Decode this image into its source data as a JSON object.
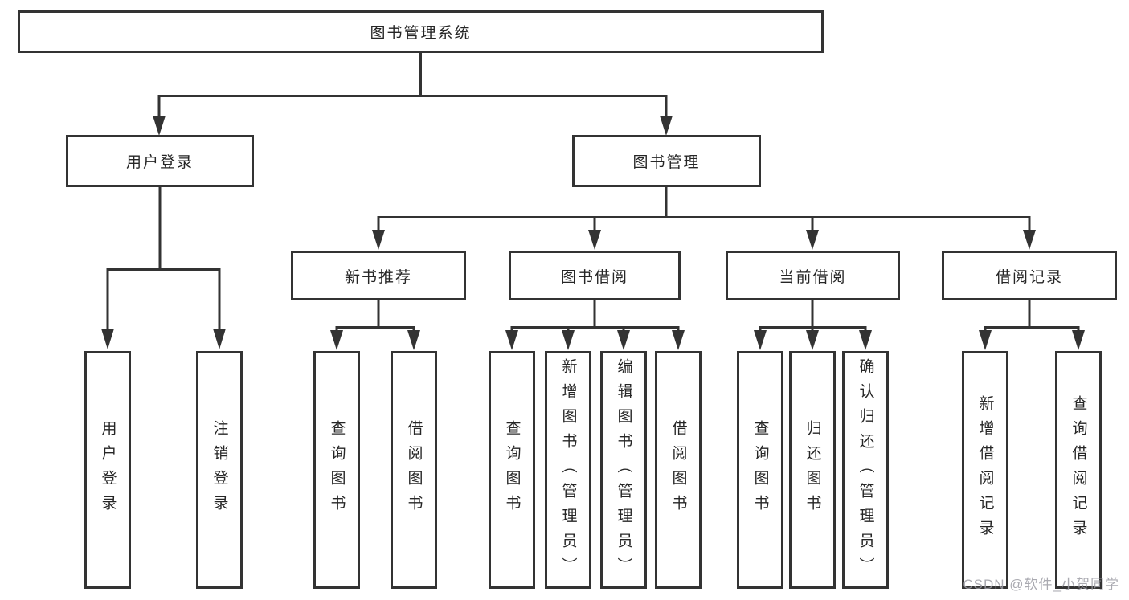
{
  "diagram": {
    "type": "hierarchy-org-chart",
    "tree": {
      "root": {
        "label": "图书管理系统",
        "children": [
          {
            "label": "用户登录",
            "children": [
              {
                "label": "用户登录"
              },
              {
                "label": "注销登录"
              }
            ]
          },
          {
            "label": "图书管理",
            "children": [
              {
                "label": "新书推荐",
                "children": [
                  {
                    "label": "查询图书"
                  },
                  {
                    "label": "借阅图书"
                  }
                ]
              },
              {
                "label": "图书借阅",
                "children": [
                  {
                    "label": "查询图书"
                  },
                  {
                    "label": "新增图书（管理员）"
                  },
                  {
                    "label": "编辑图书（管理员）"
                  },
                  {
                    "label": "借阅图书"
                  }
                ]
              },
              {
                "label": "当前借阅",
                "children": [
                  {
                    "label": "查询图书"
                  },
                  {
                    "label": "归还图书"
                  },
                  {
                    "label": "确认归还（管理员）"
                  }
                ]
              },
              {
                "label": "借阅记录",
                "children": [
                  {
                    "label": "新增借阅记录"
                  },
                  {
                    "label": "查询借阅记录"
                  }
                ]
              }
            ]
          }
        ]
      }
    },
    "colors": {
      "line": "#333333",
      "box_border": "#333333",
      "box_fill": "#ffffff",
      "text": "#262626",
      "background": "#ffffff",
      "watermark_text_color": "#9c9ca4"
    }
  },
  "watermark": {
    "text": "CSDN @软件_小贺同学"
  }
}
